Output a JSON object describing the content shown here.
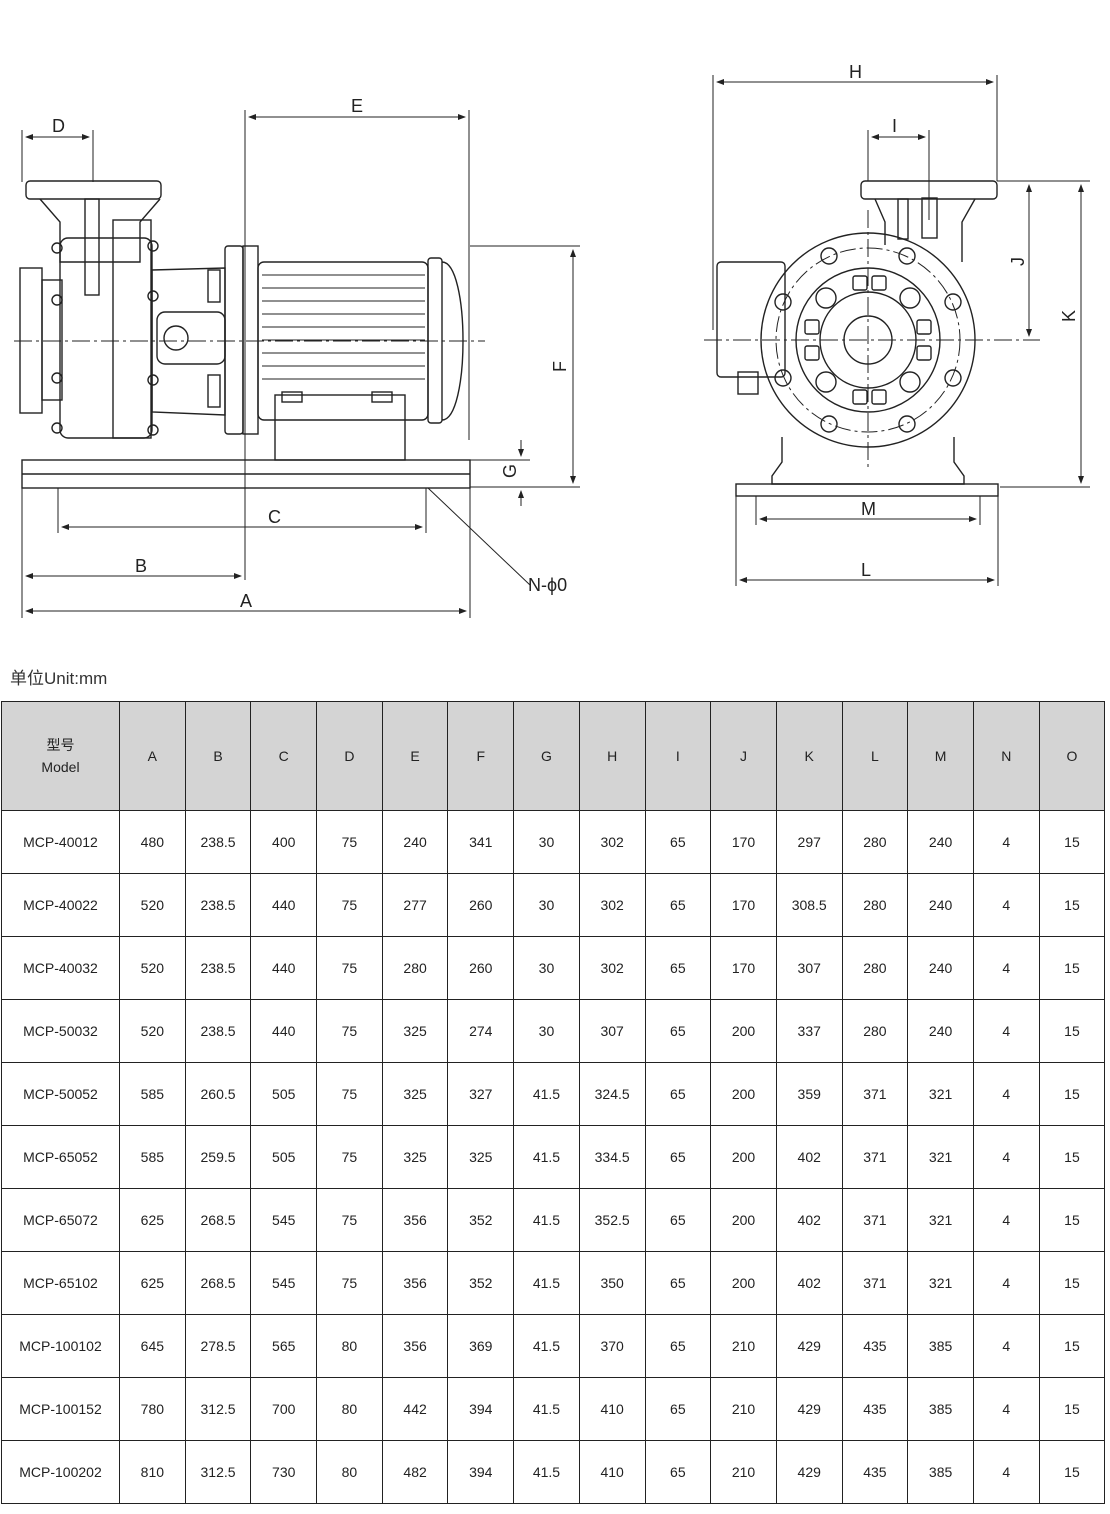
{
  "drawing": {
    "side_view_labels": {
      "D": "D",
      "E": "E",
      "F": "F",
      "G": "G",
      "C": "C",
      "B": "B",
      "A": "A",
      "N": "N-ϕ0"
    },
    "front_view_labels": {
      "H": "H",
      "I": "I",
      "J": "J",
      "K": "K",
      "M": "M",
      "L": "L"
    }
  },
  "unit_label": "单位Unit:mm",
  "table": {
    "model_header_cn": "型号",
    "model_header_en": "Model",
    "columns": [
      "A",
      "B",
      "C",
      "D",
      "E",
      "F",
      "G",
      "H",
      "I",
      "J",
      "K",
      "L",
      "M",
      "N",
      "O"
    ],
    "rows": [
      {
        "model": "MCP-40012",
        "values": [
          "480",
          "238.5",
          "400",
          "75",
          "240",
          "341",
          "30",
          "302",
          "65",
          "170",
          "297",
          "280",
          "240",
          "4",
          "15"
        ]
      },
      {
        "model": "MCP-40022",
        "values": [
          "520",
          "238.5",
          "440",
          "75",
          "277",
          "260",
          "30",
          "302",
          "65",
          "170",
          "308.5",
          "280",
          "240",
          "4",
          "15"
        ]
      },
      {
        "model": "MCP-40032",
        "values": [
          "520",
          "238.5",
          "440",
          "75",
          "280",
          "260",
          "30",
          "302",
          "65",
          "170",
          "307",
          "280",
          "240",
          "4",
          "15"
        ]
      },
      {
        "model": "MCP-50032",
        "values": [
          "520",
          "238.5",
          "440",
          "75",
          "325",
          "274",
          "30",
          "307",
          "65",
          "200",
          "337",
          "280",
          "240",
          "4",
          "15"
        ]
      },
      {
        "model": "MCP-50052",
        "values": [
          "585",
          "260.5",
          "505",
          "75",
          "325",
          "327",
          "41.5",
          "324.5",
          "65",
          "200",
          "359",
          "371",
          "321",
          "4",
          "15"
        ]
      },
      {
        "model": "MCP-65052",
        "values": [
          "585",
          "259.5",
          "505",
          "75",
          "325",
          "325",
          "41.5",
          "334.5",
          "65",
          "200",
          "402",
          "371",
          "321",
          "4",
          "15"
        ]
      },
      {
        "model": "MCP-65072",
        "values": [
          "625",
          "268.5",
          "545",
          "75",
          "356",
          "352",
          "41.5",
          "352.5",
          "65",
          "200",
          "402",
          "371",
          "321",
          "4",
          "15"
        ]
      },
      {
        "model": "MCP-65102",
        "values": [
          "625",
          "268.5",
          "545",
          "75",
          "356",
          "352",
          "41.5",
          "350",
          "65",
          "200",
          "402",
          "371",
          "321",
          "4",
          "15"
        ]
      },
      {
        "model": "MCP-100102",
        "values": [
          "645",
          "278.5",
          "565",
          "80",
          "356",
          "369",
          "41.5",
          "370",
          "65",
          "210",
          "429",
          "435",
          "385",
          "4",
          "15"
        ]
      },
      {
        "model": "MCP-100152",
        "values": [
          "780",
          "312.5",
          "700",
          "80",
          "442",
          "394",
          "41.5",
          "410",
          "65",
          "210",
          "429",
          "435",
          "385",
          "4",
          "15"
        ]
      },
      {
        "model": "MCP-100202",
        "values": [
          "810",
          "312.5",
          "730",
          "80",
          "482",
          "394",
          "41.5",
          "410",
          "65",
          "210",
          "429",
          "435",
          "385",
          "4",
          "15"
        ]
      }
    ]
  }
}
